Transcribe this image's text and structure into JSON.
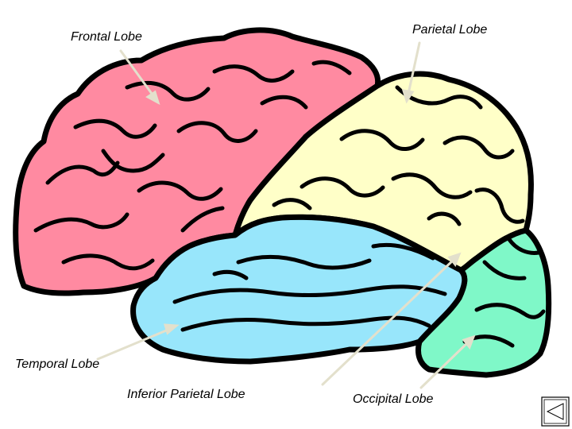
{
  "labels": {
    "frontal": "Frontal Lobe",
    "parietal": "Parietal Lobe",
    "temporal": "Temporal Lobe",
    "inferior_parietal": "Inferior Parietal Lobe",
    "occipital": "Occipital Lobe"
  },
  "colors": {
    "frontal": "#ff8aa1",
    "parietal": "#ffffc8",
    "temporal": "#98e6fb",
    "occipital": "#7ff8c8",
    "outline": "#000000",
    "pointer": "#e3e0cc"
  },
  "nav": {
    "back_icon": "triangle-left-icon"
  }
}
